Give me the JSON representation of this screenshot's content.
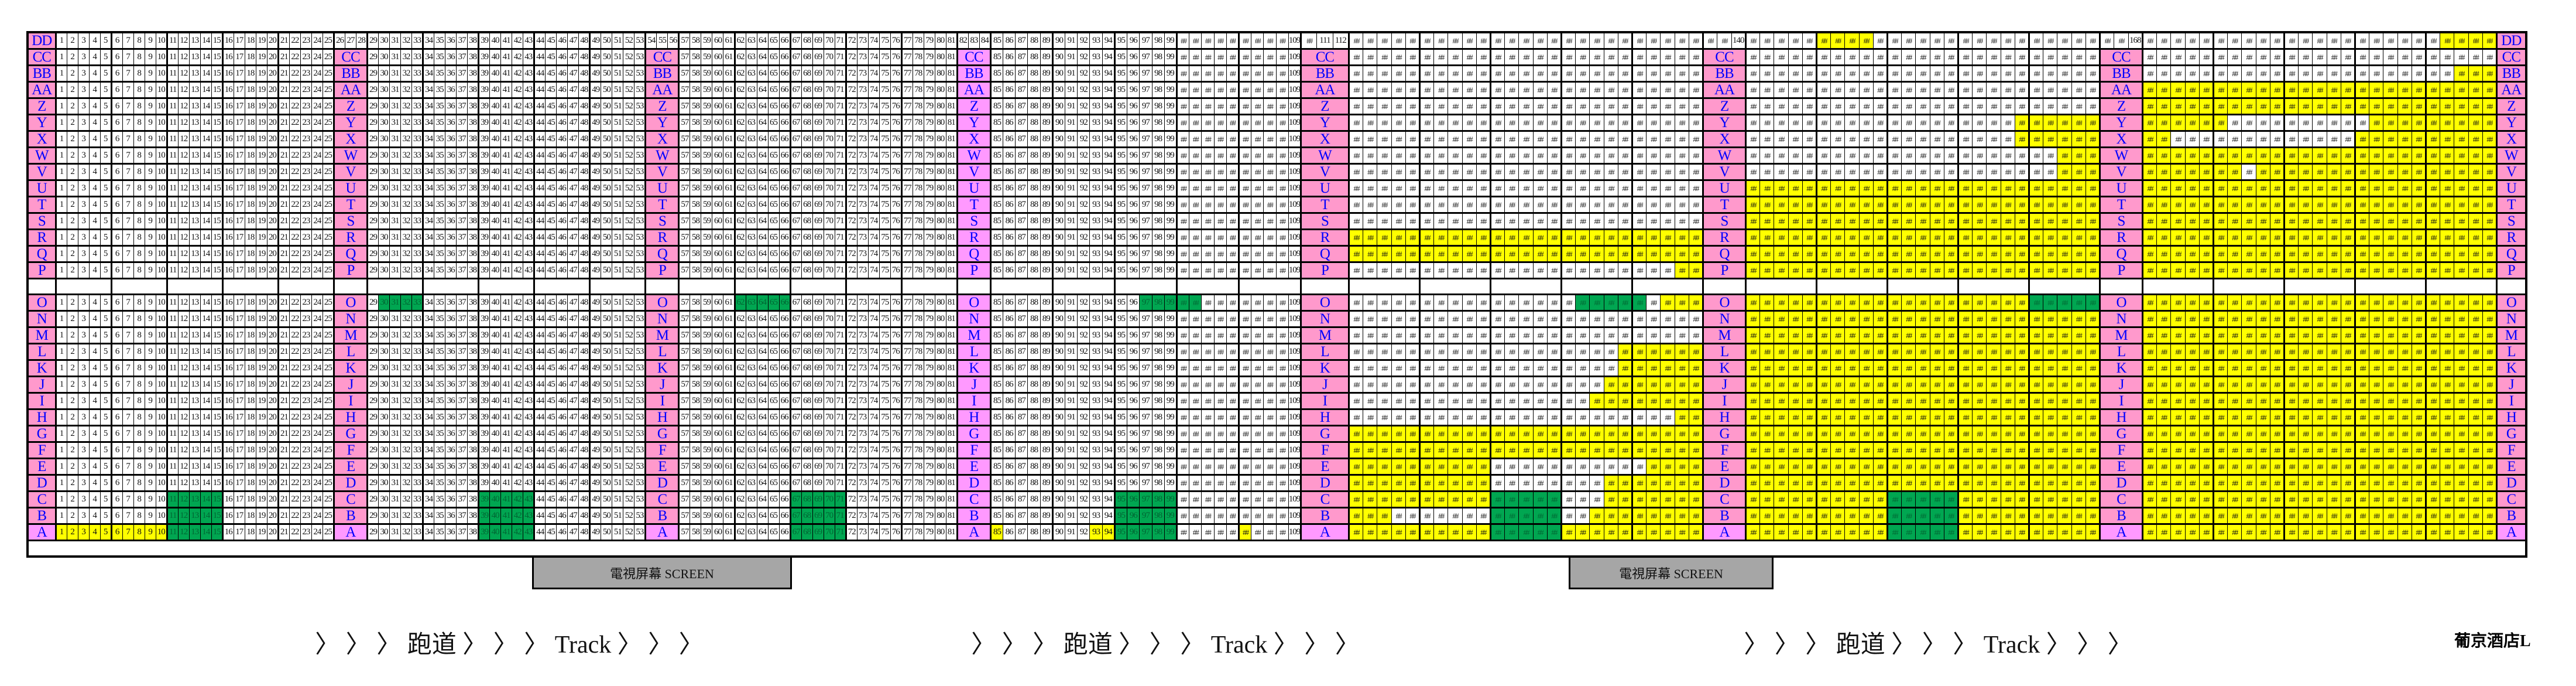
{
  "seating": {
    "top_rows": [
      "DD",
      "CC",
      "BB",
      "AA",
      "Z",
      "Y",
      "X",
      "W",
      "V",
      "U",
      "T",
      "S",
      "R",
      "Q",
      "P"
    ],
    "bottom_rows": [
      "O",
      "N",
      "M",
      "L",
      "K",
      "J",
      "I",
      "H",
      "G",
      "F",
      "E",
      "D",
      "C",
      "B",
      "A"
    ],
    "group_count": 7,
    "seats_per_group": 25,
    "aisle_numbers_per_group": 3,
    "first_row_numbered_through_aisles": "DD",
    "hash_label": "##",
    "three_digit_numbers_shown": [
      109,
      111,
      112,
      140,
      168
    ],
    "status_colors": {
      "y": "#ffff00",
      "g": "#00a651",
      "free": "#ffffff"
    },
    "label_bg": "#ff99cc",
    "label_color": "#0000ff",
    "statuses": {
      "DD": [
        [
          "y",
          146,
          149
        ],
        [
          "y",
          190,
          193
        ]
      ],
      "BB": [
        [
          "y",
          191,
          193
        ]
      ],
      "AA": [
        [
          "y",
          169,
          193
        ]
      ],
      "Z": [
        [
          "y",
          169,
          193
        ]
      ],
      "Y": [
        [
          "y",
          160,
          165
        ],
        [
          "y",
          169,
          174
        ],
        [
          "y",
          185,
          193
        ]
      ],
      "X": [
        [
          "y",
          160,
          165
        ],
        [
          "y",
          169,
          170
        ],
        [
          "y",
          184,
          193
        ]
      ],
      "W": [
        [
          "y",
          163,
          165
        ],
        [
          "y",
          169,
          193
        ]
      ],
      "V": [
        [
          "y",
          163,
          165
        ],
        [
          "y",
          169,
          175
        ],
        [
          "y",
          177,
          193
        ]
      ],
      "U": [
        [
          "y",
          141,
          165
        ],
        [
          "y",
          169,
          193
        ]
      ],
      "T": [
        [
          "y",
          141,
          165
        ],
        [
          "y",
          169,
          193
        ]
      ],
      "S": [
        [
          "y",
          141,
          165
        ],
        [
          "y",
          169,
          193
        ]
      ],
      "R": [
        [
          "y",
          113,
          137
        ],
        [
          "y",
          141,
          165
        ],
        [
          "y",
          169,
          193
        ]
      ],
      "Q": [
        [
          "y",
          113,
          137
        ],
        [
          "y",
          141,
          165
        ],
        [
          "y",
          169,
          193
        ]
      ],
      "P": [
        [
          "y",
          136,
          137
        ],
        [
          "y",
          141,
          165
        ],
        [
          "y",
          169,
          193
        ]
      ],
      "O": [
        [
          "g",
          30,
          33
        ],
        [
          "g",
          62,
          66
        ],
        [
          "g",
          97,
          101
        ],
        [
          "g",
          129,
          133
        ],
        [
          "y",
          135,
          137
        ],
        [
          "y",
          141,
          160
        ],
        [
          "g",
          161,
          165
        ],
        [
          "y",
          169,
          193
        ]
      ],
      "N": [
        [
          "y",
          141,
          193
        ]
      ],
      "M": [
        [
          "y",
          141,
          193
        ]
      ],
      "L": [
        [
          "y",
          132,
          137
        ],
        [
          "y",
          141,
          193
        ]
      ],
      "K": [
        [
          "y",
          132,
          137
        ],
        [
          "y",
          141,
          193
        ]
      ],
      "J": [
        [
          "y",
          131,
          137
        ],
        [
          "y",
          141,
          193
        ]
      ],
      "I": [
        [
          "y",
          130,
          137
        ],
        [
          "y",
          141,
          193
        ]
      ],
      "H": [
        [
          "y",
          136,
          137
        ],
        [
          "y",
          141,
          193
        ]
      ],
      "G": [
        [
          "y",
          113,
          193
        ]
      ],
      "F": [
        [
          "y",
          113,
          193
        ]
      ],
      "E": [
        [
          "y",
          113,
          122
        ],
        [
          "y",
          134,
          137
        ],
        [
          "y",
          141,
          193
        ]
      ],
      "D": [
        [
          "y",
          113,
          122
        ],
        [
          "y",
          131,
          137
        ],
        [
          "y",
          141,
          193
        ]
      ],
      "C": [
        [
          "g",
          11,
          15
        ],
        [
          "g",
          39,
          43
        ],
        [
          "g",
          67,
          71
        ],
        [
          "g",
          95,
          99
        ],
        [
          "y",
          113,
          122
        ],
        [
          "g",
          123,
          127
        ],
        [
          "y",
          131,
          137
        ],
        [
          "y",
          141,
          150
        ],
        [
          "g",
          151,
          155
        ],
        [
          "y",
          156,
          193
        ]
      ],
      "B": [
        [
          "g",
          11,
          15
        ],
        [
          "g",
          39,
          43
        ],
        [
          "g",
          67,
          71
        ],
        [
          "g",
          95,
          99
        ],
        [
          "y",
          113,
          115
        ],
        [
          "g",
          123,
          127
        ],
        [
          "y",
          130,
          137
        ],
        [
          "y",
          141,
          150
        ],
        [
          "g",
          151,
          155
        ],
        [
          "y",
          156,
          193
        ]
      ],
      "A": [
        [
          "y",
          1,
          10
        ],
        [
          "g",
          11,
          15
        ],
        [
          "g",
          39,
          43
        ],
        [
          "g",
          67,
          71
        ],
        [
          "y",
          85,
          85
        ],
        [
          "y",
          93,
          94
        ],
        [
          "g",
          95,
          99
        ],
        [
          "y",
          105,
          105
        ],
        [
          "y",
          113,
          122
        ],
        [
          "g",
          123,
          127
        ],
        [
          "y",
          128,
          137
        ],
        [
          "y",
          141,
          150
        ],
        [
          "g",
          151,
          155
        ],
        [
          "y",
          156,
          193
        ]
      ]
    }
  },
  "screens": [
    {
      "label": "電視屏幕 SCREEN"
    },
    {
      "label": "電視屏幕 SCREEN"
    }
  ],
  "track_labels": [
    "〉 〉 〉 跑道 〉 〉 〉 Track 〉 〉 〉",
    "〉 〉 〉 跑道 〉 〉 〉 Track 〉 〉 〉",
    "〉 〉 〉 跑道 〉 〉 〉 Track 〉 〉 〉"
  ],
  "venue_label": "葡京酒店L"
}
